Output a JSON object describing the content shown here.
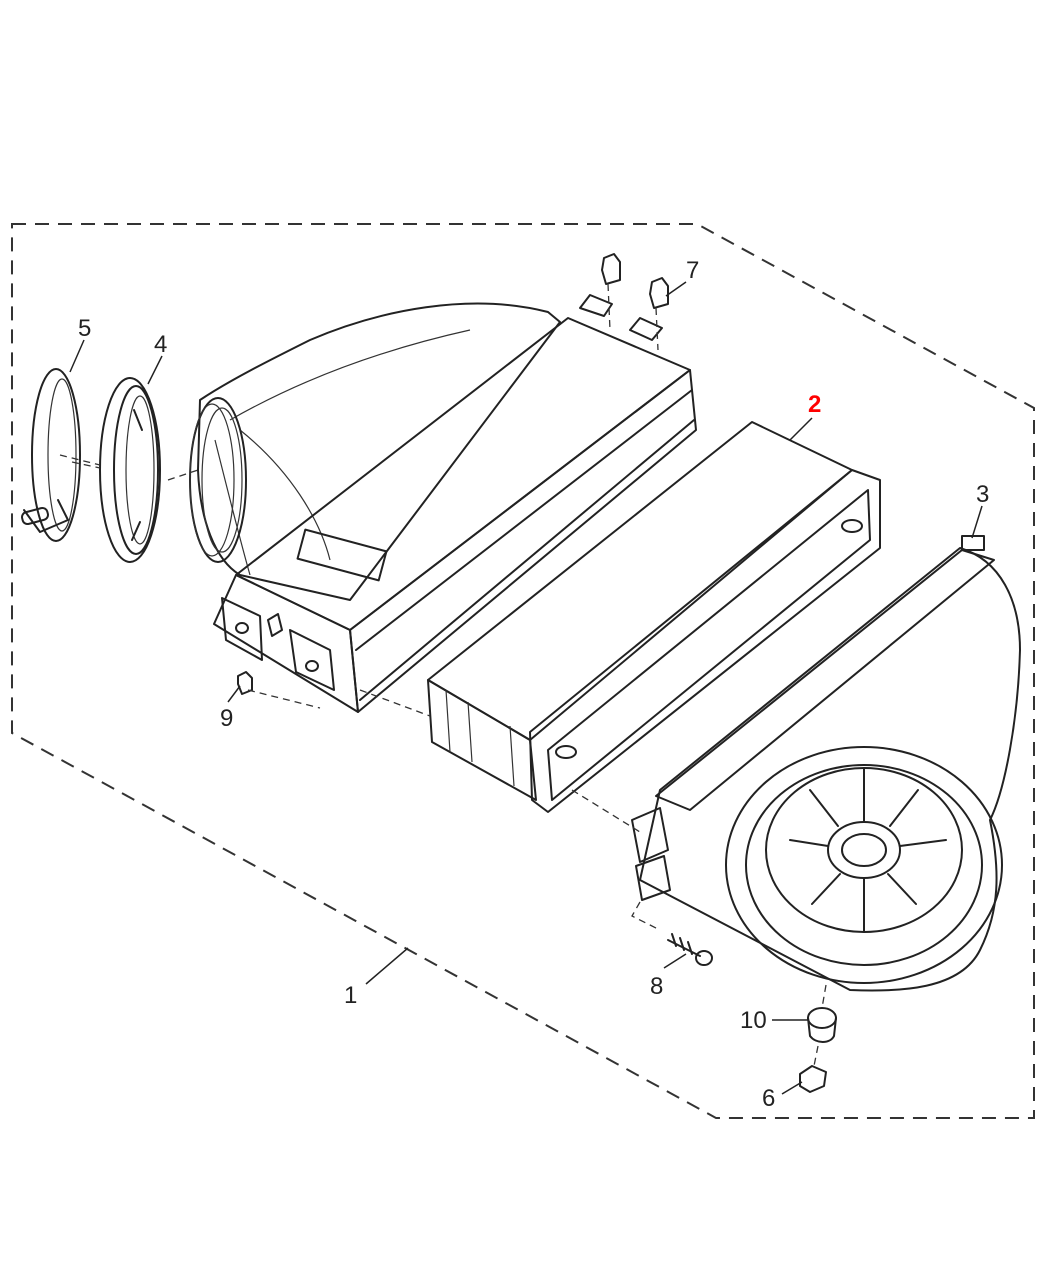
{
  "colors": {
    "line": "#222222",
    "highlight": "#ff0000",
    "background": "#ffffff",
    "filter_media": "#555555"
  },
  "callouts": {
    "c1": "1",
    "c2": "2",
    "c3": "3",
    "c4": "4",
    "c5": "5",
    "c6": "6",
    "c7": "7",
    "c8": "8",
    "c9": "9",
    "c10": "10"
  },
  "highlighted_callout": "2"
}
